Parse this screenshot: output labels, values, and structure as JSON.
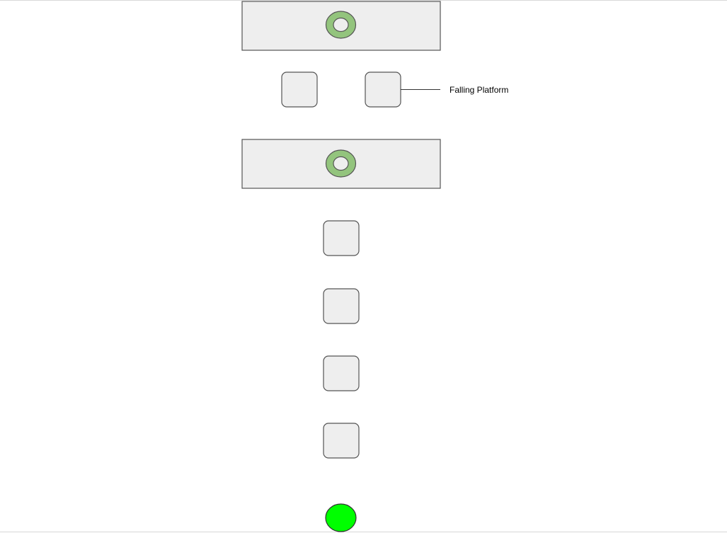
{
  "diagram": {
    "callout": {
      "label": "Falling Platform"
    },
    "colors": {
      "platform_fill": "#eeeeee",
      "platform_stroke": "#555555",
      "ring_fill": "#93c47d",
      "ring_stroke": "#555555",
      "goal_fill": "#00ff00",
      "goal_stroke": "#333333",
      "connector": "#333333"
    },
    "elements": [
      "large-platform-with-ring",
      "small-block",
      "small-block-falling-platform",
      "large-platform-with-ring",
      "small-block",
      "small-block",
      "small-block",
      "small-block",
      "goal-circle"
    ]
  }
}
